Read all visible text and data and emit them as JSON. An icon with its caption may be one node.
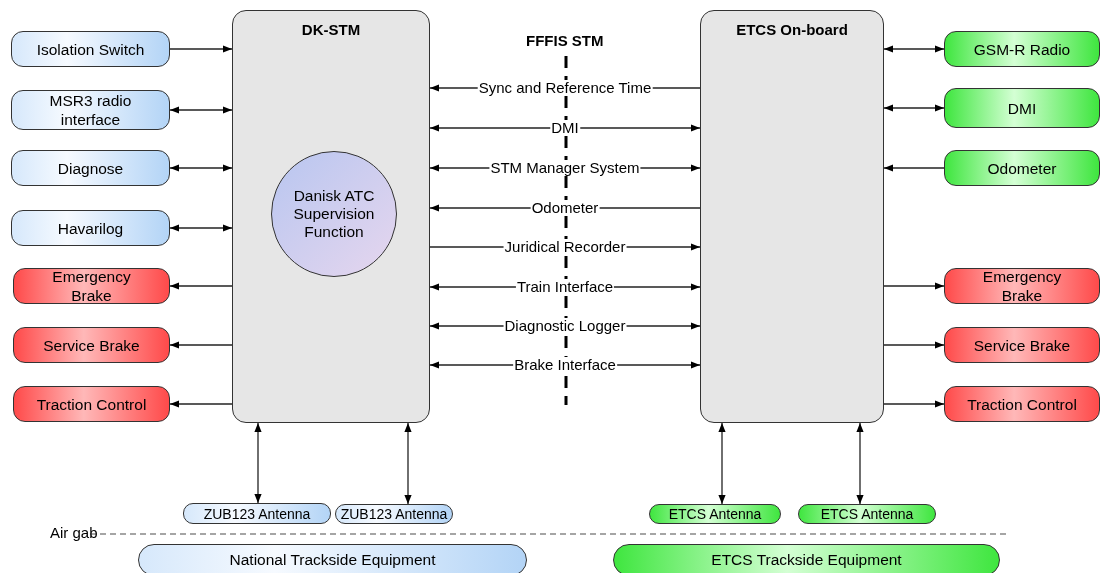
{
  "diagram": {
    "nodes": [
      {
        "text": [
          "DK-STM"
        ]
      },
      {
        "text": [
          "Danisk ATC Supervision Function"
        ],
        "in": 0
      },
      {
        "text": [
          "ETCS On-board"
        ]
      },
      {
        "text": [
          "Isolation Switch"
        ]
      },
      {
        "text": [
          "MSR3 radio interface"
        ]
      },
      {
        "text": [
          "Diagnose"
        ]
      },
      {
        "text": [
          "Havarilog"
        ]
      },
      {
        "text": [
          "Emergency Brake"
        ]
      },
      {
        "text": [
          "Service Brake"
        ]
      },
      {
        "text": [
          "Traction Control"
        ]
      },
      {
        "text": [
          "GSM-R Radio"
        ]
      },
      {
        "text": [
          "DMI"
        ]
      },
      {
        "text": [
          "Odometer"
        ]
      },
      {
        "text": [
          "Emergency Brake"
        ]
      },
      {
        "text": [
          "Service Brake"
        ]
      },
      {
        "text": [
          "Traction Control"
        ]
      },
      {
        "text": [
          "ZUB123 Antenna"
        ]
      },
      {
        "text": [
          "ZUB123 Antenna"
        ]
      },
      {
        "text": [
          "ETCS Antenna"
        ]
      },
      {
        "text": [
          "ETCS Antenna"
        ]
      },
      {
        "text": [
          "National Trackside Equipment"
        ]
      },
      {
        "text": [
          "ETCS Trackside Equipment"
        ]
      }
    ],
    "edges": [
      {
        "from": 2,
        "to": 0,
        "arrow": "to",
        "label": "Sync and Reference Time"
      },
      {
        "from": 0,
        "to": 2,
        "arrow": "both",
        "label": "DMI"
      },
      {
        "from": 0,
        "to": 2,
        "arrow": "both",
        "label": "STM Manager System"
      },
      {
        "from": 2,
        "to": 0,
        "arrow": "to",
        "label": "Odometer"
      },
      {
        "from": 0,
        "to": 2,
        "arrow": "to",
        "label": "Juridical Recorder"
      },
      {
        "from": 0,
        "to": 2,
        "arrow": "both",
        "label": "Train Interface"
      },
      {
        "from": 0,
        "to": 2,
        "arrow": "both",
        "label": "Diagnostic Logger"
      },
      {
        "from": 0,
        "to": 2,
        "arrow": "both",
        "label": "Brake Interface"
      },
      {
        "from": 3,
        "to": 0,
        "arrow": "to"
      },
      {
        "from": 4,
        "to": 0,
        "arrow": "both"
      },
      {
        "from": 5,
        "to": 0,
        "arrow": "both"
      },
      {
        "from": 6,
        "to": 0,
        "arrow": "both"
      },
      {
        "from": 0,
        "to": 7,
        "arrow": "to"
      },
      {
        "from": 0,
        "to": 8,
        "arrow": "to"
      },
      {
        "from": 0,
        "to": 9,
        "arrow": "to"
      },
      {
        "from": 2,
        "to": 10,
        "arrow": "both"
      },
      {
        "from": 2,
        "to": 11,
        "arrow": "both"
      },
      {
        "from": 12,
        "to": 2,
        "arrow": "to"
      },
      {
        "from": 2,
        "to": 13,
        "arrow": "to"
      },
      {
        "from": 2,
        "to": 14,
        "arrow": "to"
      },
      {
        "from": 2,
        "to": 15,
        "arrow": "to"
      },
      {
        "from": 0,
        "to": 16,
        "arrow": "both"
      },
      {
        "from": 0,
        "to": 17,
        "arrow": "both"
      },
      {
        "from": 2,
        "to": 18,
        "arrow": "both"
      },
      {
        "from": 2,
        "to": 19,
        "arrow": "both"
      }
    ],
    "labels": [
      "FFFIS STM",
      "Air gab"
    ]
  }
}
